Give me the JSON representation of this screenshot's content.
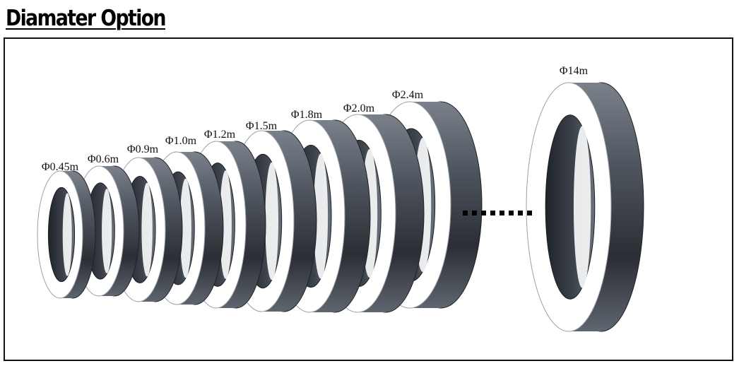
{
  "title": "Diamater Option",
  "rings": [
    {
      "label": "Φ0.45m"
    },
    {
      "label": "Φ0.6m"
    },
    {
      "label": "Φ0.9m"
    },
    {
      "label": "Φ1.0m"
    },
    {
      "label": "Φ1.2m"
    },
    {
      "label": "Φ1.5m"
    },
    {
      "label": "Φ1.8m"
    },
    {
      "label": "Φ2.0m"
    },
    {
      "label": "Φ2.4m"
    },
    {
      "label": "Φ14m"
    }
  ],
  "colors": {
    "ring_dark": "#2a2d33",
    "ring_mid": "#5a616b",
    "ring_light": "#7d848d",
    "ring_face": "#ffffff"
  }
}
